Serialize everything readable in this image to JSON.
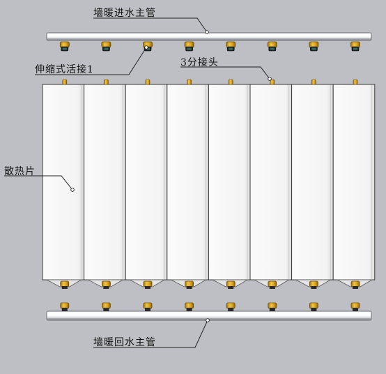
{
  "labels": {
    "supply_pipe": "墙暖进水主管",
    "telescopic_joint": "伸缩式活接1",
    "fitting": "3分接头",
    "radiator_fin": "散热片",
    "return_pipe": "墙暖回水主管"
  },
  "diagram": {
    "panel_count": 8,
    "fitting_count": 8,
    "colors": {
      "background": "#bdbfc4",
      "panel_fill": "#f4f4f4",
      "panel_stroke": "#3a3a3a",
      "pipe_light": "#ffffff",
      "pipe_shadow": "#8f9196",
      "brass": "#d7a021",
      "leader": "#222222"
    }
  }
}
